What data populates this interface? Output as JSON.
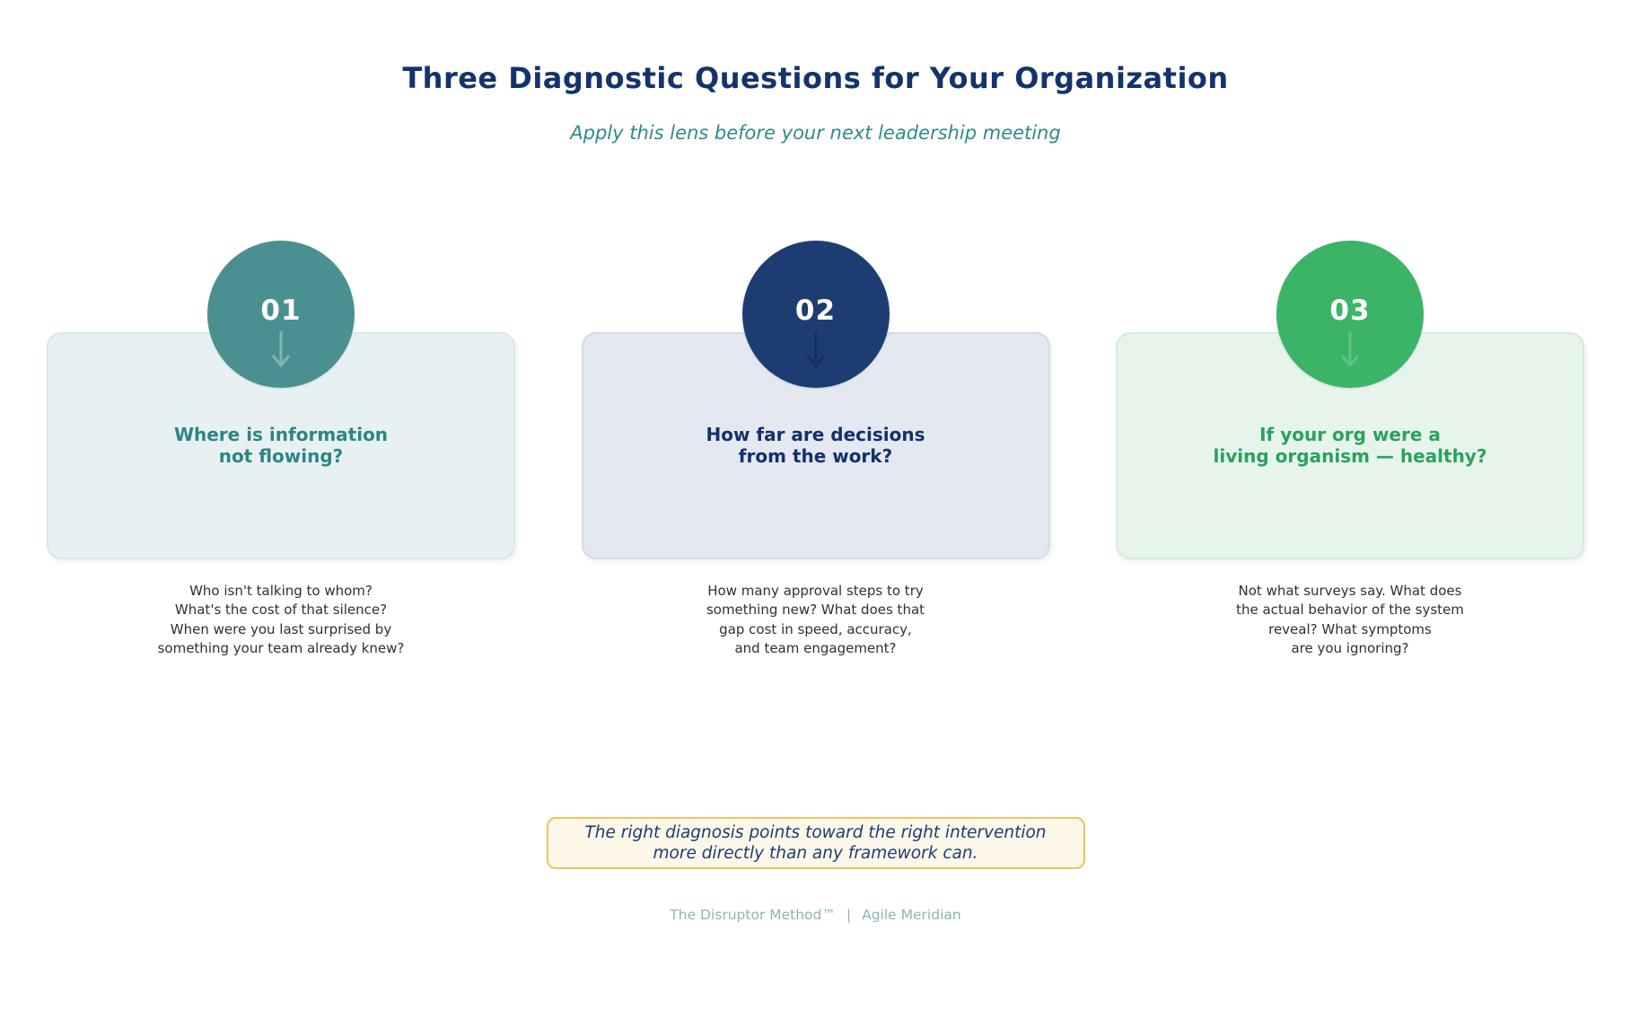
{
  "header": {
    "title": "Three Diagnostic Questions for Your Organization",
    "subtitle": "Apply this lens before your next leadership meeting"
  },
  "cards": [
    {
      "number": "01",
      "question": "Where is information\nnot flowing?",
      "description": "Who isn't talking to whom?\nWhat's the cost of that silence?\nWhen were you last surprised by\nsomething your team already knew?",
      "colors": {
        "circle": "#4a9090",
        "arrow": "#7fb5b5",
        "card_bg": "#e8f1f1",
        "card_border": "#d9e8e8",
        "accent": "#2e8585"
      }
    },
    {
      "number": "02",
      "question": "How far are decisions\nfrom the work?",
      "description": "How many approval steps to try\nsomething new? What does that\ngap cost in speed, accuracy,\nand team engagement?",
      "colors": {
        "circle": "#1d3c72",
        "arrow": "#16305e",
        "card_bg": "#e4e8f1",
        "card_border": "#d5dbe9",
        "accent": "#12316b"
      }
    },
    {
      "number": "03",
      "question": "If your org were a\nliving organism — healthy?",
      "description": "Not what surveys say. What does\nthe actual behavior of the system\nreveal? What symptoms\nare you ignoring?",
      "colors": {
        "circle": "#3cb468",
        "arrow": "#5ec380",
        "card_bg": "#e7f4ec",
        "card_border": "#d6ecdf",
        "accent": "#2aa25c"
      }
    }
  ],
  "quote": {
    "text": "The right diagnosis points toward the right intervention\nmore directly than any framework can.",
    "colors": {
      "border": "#f2c05e",
      "background": "#fcf7e8",
      "text": "#1c3e74"
    }
  },
  "footer": {
    "brand": "The Disruptor Method™",
    "separator": "|",
    "company": "Agile Meridian",
    "color": "#8ab4b7"
  },
  "colors": {
    "title": "#14336d",
    "subtitle": "#2e8b8b",
    "description": "#2f2f3c",
    "background": "#ffffff"
  }
}
